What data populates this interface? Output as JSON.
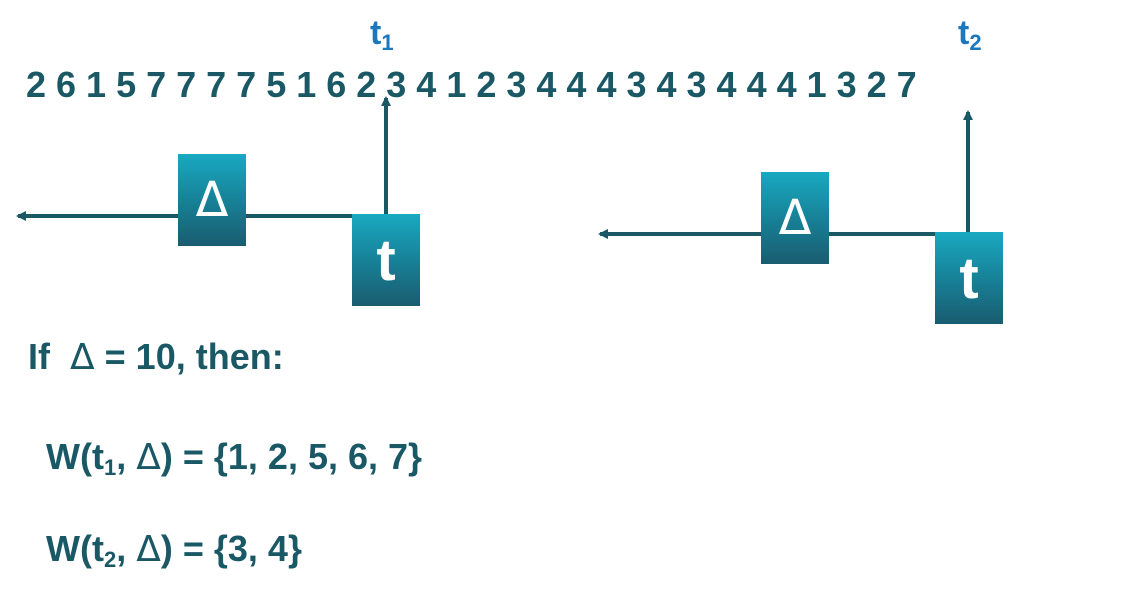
{
  "sequence": "2 6 1 5 7 7 7 7 5 1 6 2 3 4 1 2 3 4 4 4 3 4 3 4 4 4 1 3 2 7",
  "labels": {
    "t1_base": "t",
    "t1_sub": "1",
    "t2_base": "t",
    "t2_sub": "2"
  },
  "boxes": {
    "delta_symbol": "Δ",
    "t_symbol": "t"
  },
  "condition": {
    "prefix": "If",
    "delta": "Δ",
    "rest": " = 10, then:"
  },
  "result1": {
    "prefix": "W(t",
    "sub": "1",
    "mid": ", ",
    "delta": "Δ",
    "suffix": ") = {1, 2, 5, 6, 7}"
  },
  "result2": {
    "prefix": "W(t",
    "sub": "2",
    "mid": ", ",
    "delta": "Δ",
    "suffix": ") = {3, 4}"
  },
  "colors": {
    "text": "#1a5866",
    "label": "#1a78bf",
    "box_top": "#18a9c1",
    "box_bottom": "#1a5c70"
  }
}
